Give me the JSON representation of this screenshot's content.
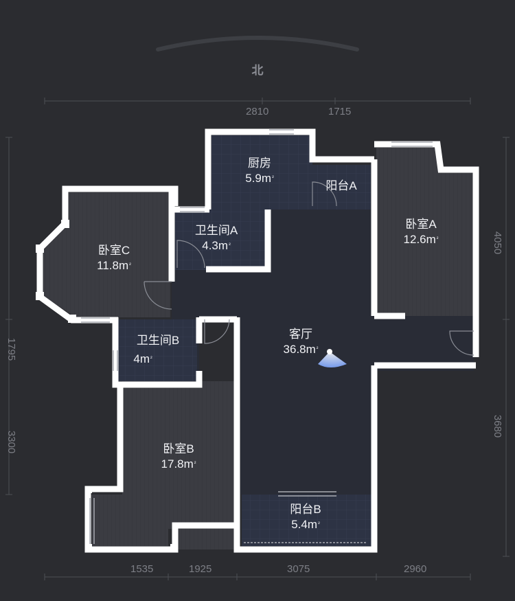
{
  "compass": {
    "label": "北"
  },
  "dimensions": {
    "top": [
      "2810",
      "1715"
    ],
    "bottom": [
      "1535",
      "1925",
      "3075",
      "2960"
    ],
    "left": [
      "1795",
      "3300"
    ],
    "right": [
      "4050",
      "3680"
    ]
  },
  "rooms": {
    "kitchen": {
      "name": "厨房",
      "area": "5.9"
    },
    "balcony_a": {
      "name": "阳台A",
      "area": ""
    },
    "bathroom_a": {
      "name": "卫生间A",
      "area": "4.3"
    },
    "bedroom_a": {
      "name": "卧室A",
      "area": "12.6"
    },
    "bedroom_c": {
      "name": "卧室C",
      "area": "11.8"
    },
    "bathroom_b": {
      "name": "卫生间B",
      "area": "4"
    },
    "living_room": {
      "name": "客厅",
      "area": "36.8"
    },
    "bedroom_b": {
      "name": "卧室B",
      "area": "17.8"
    },
    "balcony_b": {
      "name": "阳台B",
      "area": "5.4"
    }
  },
  "unit": "m²",
  "colors": {
    "background": "#2b2c30",
    "room_floor": "#3a3b41",
    "living_floor": "#2a2d37",
    "bath_floor": "#2c3242",
    "wall": "#ffffff"
  }
}
